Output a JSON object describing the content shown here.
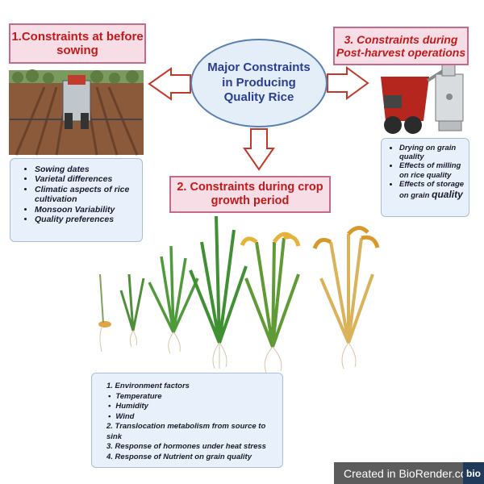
{
  "center": {
    "lines": [
      "Major Constraints",
      "in Producing",
      "Quality Rice"
    ]
  },
  "box1": {
    "title_lines": [
      "1.Constraints at before",
      "sowing"
    ],
    "items": [
      "Sowing dates",
      "Varietal differences",
      "Climatic aspects of rice cultivation",
      "Monsoon Variability",
      "Quality preferences"
    ]
  },
  "box2": {
    "title_lines": [
      "2. Constraints during crop",
      "growth period"
    ],
    "items": [
      "1.  Environment factors",
      "Temperature",
      "Humidity",
      "Wind",
      "2. Translocation metabolism from source to sink",
      "3. Response of hormones under heat stress",
      "4. Response of Nutrient on grain quality"
    ]
  },
  "box3": {
    "title_lines": [
      "3. Constraints during",
      "Post-harvest operations"
    ],
    "items": [
      "Drying on grain quality",
      "Effects of milling on rice quality",
      "Effects of storage on grain"
    ],
    "last_word": "quality"
  },
  "badge": {
    "text": "Created in BioRender.com",
    "logo": "bio"
  },
  "colors": {
    "title_fill": "#f6dde6",
    "title_text": "#c01a1a",
    "center_fill": "#e4eef9",
    "center_text": "#2a3f8f",
    "arrow": "#c0392b",
    "list_fill": "#e8f1fb"
  }
}
